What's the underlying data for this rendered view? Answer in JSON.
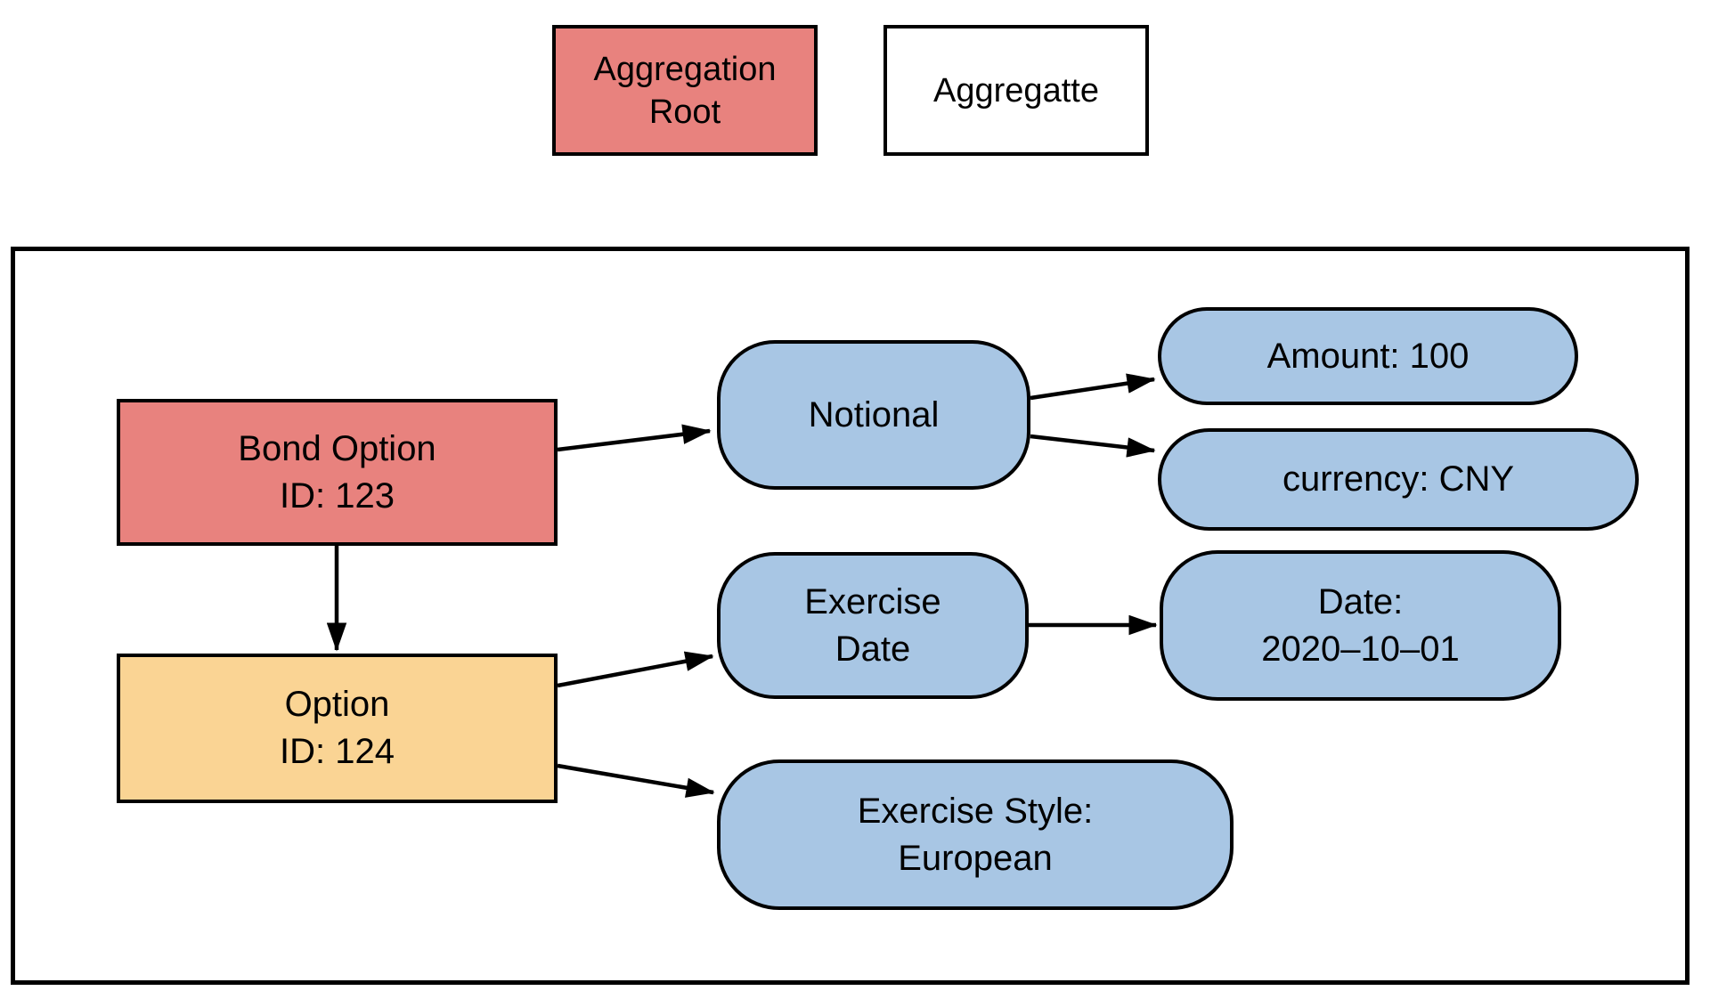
{
  "legend": {
    "aggregation_root": {
      "lines": [
        "Aggregation",
        "Root"
      ]
    },
    "aggregate": {
      "label": "Aggregatte"
    }
  },
  "diagram": {
    "nodes": {
      "bond_option": {
        "lines": [
          "Bond Option",
          "ID: 123"
        ],
        "role": "aggregation-root"
      },
      "option": {
        "lines": [
          "Option",
          "ID: 124"
        ],
        "role": "entity"
      },
      "notional": {
        "lines": [
          "Notional"
        ],
        "role": "value-object"
      },
      "amount": {
        "lines": [
          "Amount: 100"
        ],
        "role": "value-object"
      },
      "currency": {
        "lines": [
          "currency: CNY"
        ],
        "role": "value-object"
      },
      "exercise_date": {
        "lines": [
          "Exercise",
          "Date"
        ],
        "role": "value-object"
      },
      "date": {
        "lines": [
          "Date:",
          "2020–10–01"
        ],
        "role": "value-object"
      },
      "exercise_style": {
        "lines": [
          "Exercise Style:",
          "European"
        ],
        "role": "value-object"
      }
    },
    "edges": [
      {
        "from": "bond_option",
        "to": "notional"
      },
      {
        "from": "bond_option",
        "to": "option"
      },
      {
        "from": "notional",
        "to": "amount"
      },
      {
        "from": "notional",
        "to": "currency"
      },
      {
        "from": "option",
        "to": "exercise_date"
      },
      {
        "from": "option",
        "to": "exercise_style"
      },
      {
        "from": "exercise_date",
        "to": "date"
      }
    ]
  },
  "colors": {
    "aggregation_root_fill": "#e8827e",
    "entity_fill": "#fad494",
    "value_object_fill": "#a8c6e4",
    "aggregate_fill": "#ffffff",
    "border": "#000000",
    "text": "#000000"
  }
}
